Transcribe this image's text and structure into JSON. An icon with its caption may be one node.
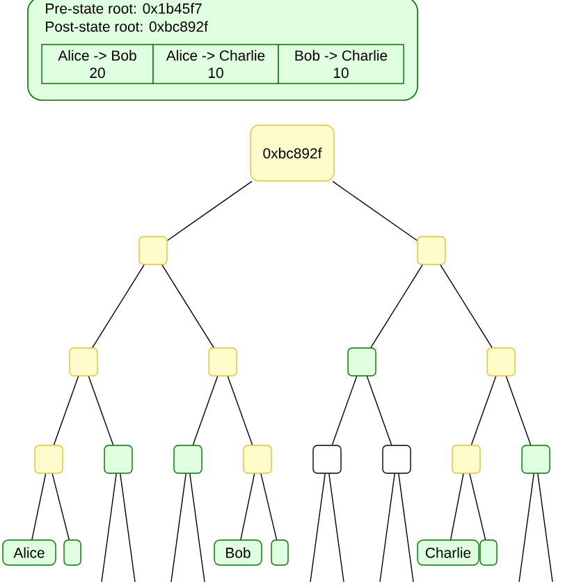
{
  "diagram": {
    "nodes": [
      {
        "text": [
          "Pre-state root: 0x1b45f7",
          "Post-state root: 0xbc892f"
        ]
      },
      {
        "text": [
          "Alice -> Bob",
          "20"
        ],
        "in": 0
      },
      {
        "text": [
          "Alice -> Charlie",
          "10"
        ],
        "in": 0
      },
      {
        "text": [
          "Bob -> Charlie",
          "10"
        ],
        "in": 0
      },
      {
        "text": [
          "0xbc892f"
        ]
      },
      {
        "text": [],
        "shape": "box"
      },
      {
        "text": [],
        "shape": "box"
      },
      {
        "text": [],
        "shape": "box"
      },
      {
        "text": [],
        "shape": "box"
      },
      {
        "text": [],
        "shape": "box"
      },
      {
        "text": [],
        "shape": "box"
      },
      {
        "text": [],
        "shape": "box"
      },
      {
        "text": [],
        "shape": "box"
      },
      {
        "text": [],
        "shape": "box"
      },
      {
        "text": [],
        "shape": "box"
      },
      {
        "text": [],
        "shape": "box"
      },
      {
        "text": [],
        "shape": "box"
      },
      {
        "text": [],
        "shape": "box"
      },
      {
        "text": [],
        "shape": "box"
      },
      {
        "text": [
          "Alice"
        ]
      },
      {
        "text": [],
        "shape": "box"
      },
      {
        "text": [
          "Bob"
        ]
      },
      {
        "text": [],
        "shape": "box"
      },
      {
        "text": [
          "Charlie"
        ]
      },
      {
        "text": [],
        "shape": "box"
      }
    ],
    "edges": [
      {
        "from": 4,
        "to": 5,
        "arrow": "none"
      },
      {
        "from": 4,
        "to": 6,
        "arrow": "none"
      },
      {
        "from": 5,
        "to": 7,
        "arrow": "none"
      },
      {
        "from": 5,
        "to": 8,
        "arrow": "none"
      },
      {
        "from": 6,
        "to": 9,
        "arrow": "none"
      },
      {
        "from": 6,
        "to": 10,
        "arrow": "none"
      },
      {
        "from": 7,
        "to": 11,
        "arrow": "none"
      },
      {
        "from": 7,
        "to": 12,
        "arrow": "none"
      },
      {
        "from": 8,
        "to": 13,
        "arrow": "none"
      },
      {
        "from": 8,
        "to": 14,
        "arrow": "none"
      },
      {
        "from": 9,
        "to": 15,
        "arrow": "none"
      },
      {
        "from": 9,
        "to": 16,
        "arrow": "none"
      },
      {
        "from": 10,
        "to": 17,
        "arrow": "none"
      },
      {
        "from": 10,
        "to": 18,
        "arrow": "none"
      },
      {
        "from": 11,
        "to": 19,
        "arrow": "none"
      },
      {
        "from": 11,
        "to": 20,
        "arrow": "none"
      },
      {
        "from": 12,
        "to": null,
        "arrow": "none"
      },
      {
        "from": 12,
        "to": null,
        "arrow": "none"
      },
      {
        "from": 13,
        "to": null,
        "arrow": "none"
      },
      {
        "from": 13,
        "to": null,
        "arrow": "none"
      },
      {
        "from": 14,
        "to": 21,
        "arrow": "none"
      },
      {
        "from": 14,
        "to": 22,
        "arrow": "none"
      },
      {
        "from": 15,
        "to": null,
        "arrow": "none"
      },
      {
        "from": 15,
        "to": null,
        "arrow": "none"
      },
      {
        "from": 16,
        "to": null,
        "arrow": "none"
      },
      {
        "from": 16,
        "to": null,
        "arrow": "none"
      },
      {
        "from": 17,
        "to": 23,
        "arrow": "none"
      },
      {
        "from": 17,
        "to": 24,
        "arrow": "none"
      },
      {
        "from": 18,
        "to": null,
        "arrow": "none"
      },
      {
        "from": 18,
        "to": null,
        "arrow": "none"
      }
    ]
  }
}
